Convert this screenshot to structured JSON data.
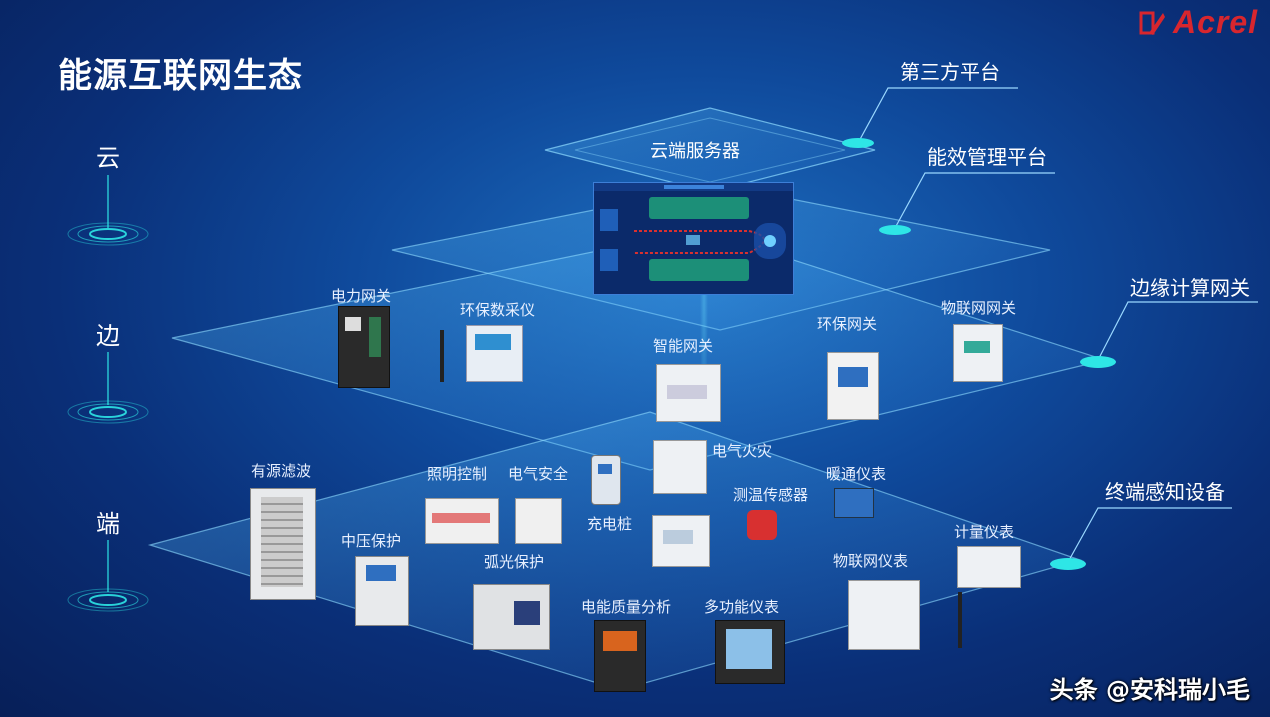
{
  "title": "能源互联网生态",
  "brand": {
    "name": "Acrel",
    "color": "#d8262e"
  },
  "tiers": [
    {
      "id": "cloud",
      "label": "云"
    },
    {
      "id": "edge",
      "label": "边"
    },
    {
      "id": "end",
      "label": "端"
    }
  ],
  "callouts": {
    "third_party": "第三方平台",
    "energy_platform": "能效管理平台",
    "edge_gateway": "边缘计算网关",
    "terminal": "终端感知设备"
  },
  "cloud_server": "云端服务器",
  "edge_devices": {
    "power_gateway": "电力网关",
    "env_collector": "环保数采仪",
    "smart_gateway": "智能网关",
    "env_gateway": "环保网关",
    "iot_gateway": "物联网网关"
  },
  "end_devices": {
    "active_filter": "有源滤波",
    "lighting": "照明控制",
    "elec_safety": "电气安全",
    "charger": "充电桩",
    "elec_fire": "电气火灾",
    "hvac_meter": "暖通仪表",
    "temp_sensor": "测温传感器",
    "metering": "计量仪表",
    "mv_protect": "中压保护",
    "arc_protect": "弧光保护",
    "iot_meter": "物联网仪表",
    "pq_analysis": "电能质量分析",
    "multi_meter": "多功能仪表"
  },
  "watermark": "头条 @安科瑞小毛",
  "colors": {
    "accent": "#2ee6e6",
    "plane": "#4fb4ff"
  }
}
